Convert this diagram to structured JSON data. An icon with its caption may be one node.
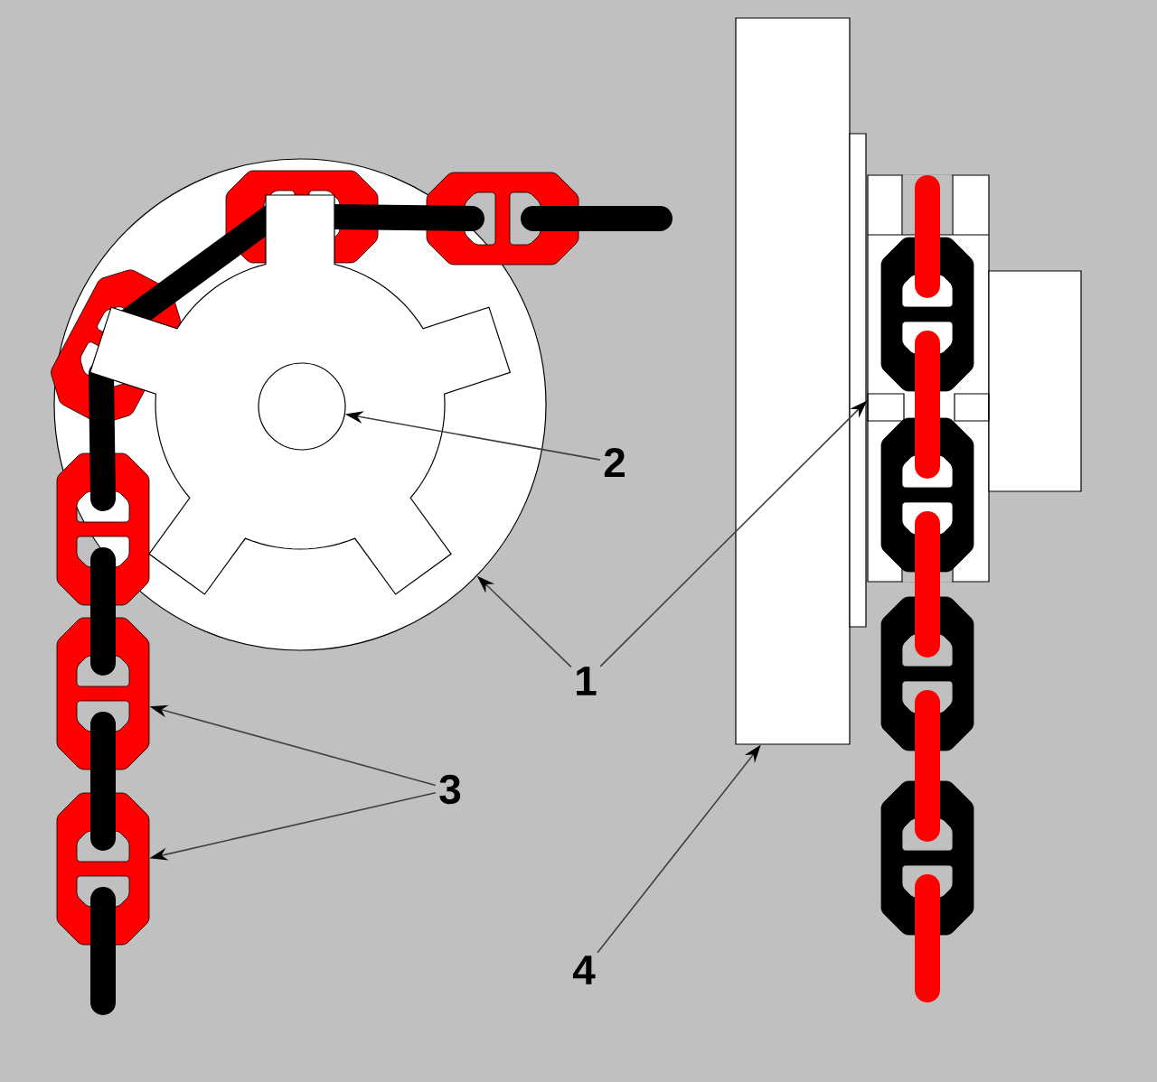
{
  "diagram": {
    "nodes": [
      {
        "text": [],
        "shape": "circle"
      },
      {
        "text": [],
        "shape": "circle",
        "in": 0
      },
      {
        "text": [
          "2"
        ]
      },
      {
        "text": [
          "1"
        ]
      },
      {
        "text": [],
        "shape": "picture"
      },
      {
        "text": [],
        "shape": "picture"
      },
      {
        "text": [
          "3"
        ]
      },
      {
        "text": [],
        "shape": "box"
      },
      {
        "text": [],
        "shape": "box"
      },
      {
        "text": [
          "4"
        ]
      }
    ],
    "edges": [
      {
        "from": 2,
        "to": 1,
        "arrow": "to"
      },
      {
        "from": 3,
        "to": 0,
        "arrow": "to"
      },
      {
        "from": 3,
        "to": 8,
        "arrow": "to"
      },
      {
        "from": 6,
        "to": 4,
        "arrow": "to"
      },
      {
        "from": 6,
        "to": 5,
        "arrow": "to"
      },
      {
        "from": 9,
        "to": 7,
        "arrow": "to"
      }
    ]
  }
}
